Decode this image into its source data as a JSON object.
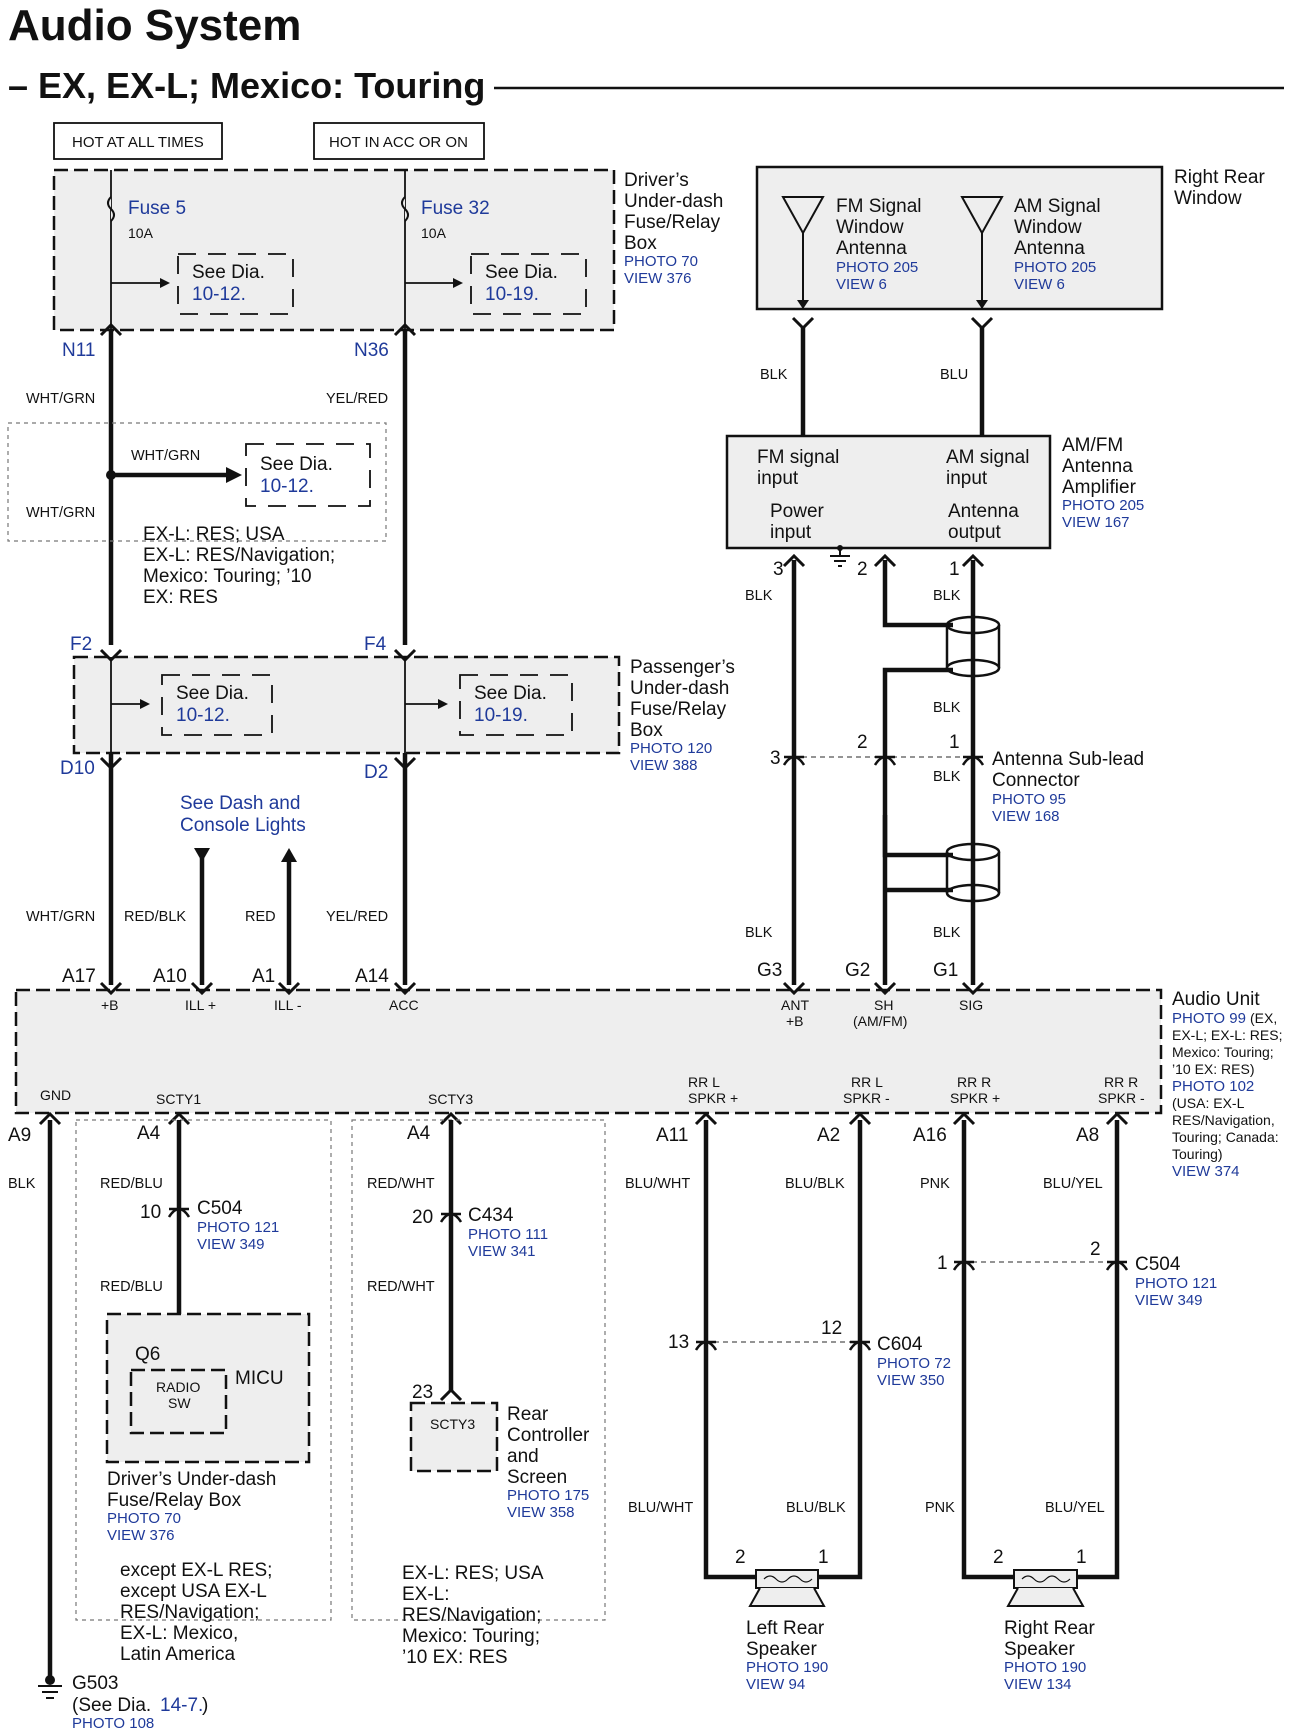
{
  "header": {
    "title": "Audio System",
    "subtitle": "– EX, EX-L; Mexico: Touring"
  },
  "power": {
    "hot_all_times": "HOT AT ALL TIMES",
    "hot_acc_on": "HOT IN ACC OR ON"
  },
  "driver_box": {
    "fuse5": "Fuse 5",
    "fuse5_amp": "10A",
    "fuse32": "Fuse 32",
    "fuse32_amp": "10A",
    "see1a": "See Dia.",
    "see1b": "10-12.",
    "see2a": "See Dia.",
    "see2b": "10-19.",
    "label": [
      "Driver’s",
      "Under-dash",
      "Fuse/Relay",
      "Box"
    ],
    "photo": "PHOTO 70",
    "view": "VIEW 376",
    "n11": "N11",
    "n36": "N36"
  },
  "wires": {
    "wht_grn": "WHT/GRN",
    "yel_red": "YEL/RED",
    "red_blk": "RED/BLK",
    "red": "RED",
    "blk": "BLK",
    "blu": "BLU",
    "red_blu": "RED/BLU",
    "red_wht": "RED/WHT",
    "blu_wht": "BLU/WHT",
    "blu_blk": "BLU/BLK",
    "pnk": "PNK",
    "blu_yel": "BLU/YEL"
  },
  "splice": {
    "see_a": "See Dia.",
    "see_b": "10-12.",
    "cond": [
      "EX-L: RES; USA",
      "EX-L: RES/Navigation;",
      "Mexico: Touring; ’10",
      "EX: RES"
    ]
  },
  "pass_box": {
    "f2": "F2",
    "f4": "F4",
    "d10": "D10",
    "d2": "D2",
    "see1a": "See Dia.",
    "see1b": "10-12.",
    "see2a": "See Dia.",
    "see2b": "10-19.",
    "label": [
      "Passenger’s",
      "Under-dash",
      "Fuse/Relay",
      "Box"
    ],
    "photo": "PHOTO 120",
    "view": "VIEW 388"
  },
  "dash_lights": [
    "See Dash and",
    "Console Lights"
  ],
  "antenna": {
    "fm": [
      "FM Signal",
      "Window",
      "Antenna"
    ],
    "fm_photo": "PHOTO 205",
    "fm_view": "VIEW 6",
    "am": [
      "AM Signal",
      "Window",
      "Antenna"
    ],
    "am_photo": "PHOTO 205",
    "am_view": "VIEW 6",
    "window": [
      "Right Rear",
      "Window"
    ]
  },
  "amplifier": {
    "fm_in": [
      "FM signal",
      "input"
    ],
    "am_in": [
      "AM signal",
      "input"
    ],
    "pwr_in": [
      "Power",
      "input"
    ],
    "ant_out": [
      "Antenna",
      "output"
    ],
    "label": [
      "AM/FM",
      "Antenna",
      "Amplifier"
    ],
    "photo": "PHOTO 205",
    "view": "VIEW 167",
    "p3": "3",
    "p2": "2",
    "p1": "1"
  },
  "subconnector": {
    "label": [
      "Antenna Sub-lead",
      "Connector"
    ],
    "photo": "PHOTO 95",
    "view": "VIEW 168",
    "p3": "3",
    "p2": "2",
    "p1": "1"
  },
  "audio_unit": {
    "a17": "A17",
    "a10": "A10",
    "a1": "A1",
    "a14": "A14",
    "g3": "G3",
    "g2": "G2",
    "g1": "G1",
    "plus_b": "+B",
    "ill_plus": "ILL +",
    "ill_minus": "ILL -",
    "acc": "ACC",
    "ant": "ANT",
    "ant_b": "+B",
    "sh": "SH",
    "sh2": "(AM/FM)",
    "sig": "SIG",
    "gnd": "GND",
    "scty1": "SCTY1",
    "scty3": "SCTY3",
    "rrl_p": [
      "RR L",
      "SPKR +"
    ],
    "rrl_m": [
      "RR L",
      "SPKR -"
    ],
    "rrr_p": [
      "RR R",
      "SPKR +"
    ],
    "rrr_m": [
      "RR R",
      "SPKR -"
    ],
    "a9": "A9",
    "a4": "A4",
    "a4b": "A4",
    "a11": "A11",
    "a2": "A2",
    "a16": "A16",
    "a8": "A8",
    "label": "Audio Unit",
    "photo1": "PHOTO 99",
    "photo1_note": "(EX,",
    "note1": [
      "EX-L; EX-L: RES;",
      "Mexico: Touring;",
      "’10 EX: RES)"
    ],
    "photo2": "PHOTO 102",
    "note2": [
      "(USA: EX-L",
      "RES/Navigation,",
      "Touring; Canada:",
      "Touring)"
    ],
    "view": "VIEW 374"
  },
  "c504": {
    "name": "C504",
    "pin": "10",
    "photo": "PHOTO 121",
    "view": "VIEW 349"
  },
  "micu": {
    "q6": "Q6",
    "radio": "RADIO",
    "sw": "SW",
    "name": "MICU",
    "label": [
      "Driver’s Under-dash",
      "Fuse/Relay Box"
    ],
    "photo": "PHOTO 70",
    "view": "VIEW 376",
    "cond": [
      "except EX-L RES;",
      "except USA EX-L",
      "RES/Navigation;",
      "EX-L: Mexico,",
      "Latin America"
    ]
  },
  "c434": {
    "name": "C434",
    "pin": "20",
    "photo": "PHOTO 111",
    "view": "VIEW 341"
  },
  "rear_ctrl": {
    "pin": "23",
    "scty3": "SCTY3",
    "label": [
      "Rear",
      "Controller",
      "and",
      "Screen"
    ],
    "photo": "PHOTO 175",
    "view": "VIEW 358",
    "cond": [
      "EX-L: RES; USA",
      "EX-L:",
      "RES/Navigation;",
      "Mexico: Touring;",
      "’10 EX: RES"
    ]
  },
  "c604": {
    "name": "C604",
    "p13": "13",
    "p12": "12",
    "photo": "PHOTO 72",
    "view": "VIEW 350"
  },
  "c504b": {
    "name": "C504",
    "p1": "1",
    "p2": "2",
    "photo": "PHOTO 121",
    "view": "VIEW 349"
  },
  "left_spk": {
    "label": [
      "Left Rear",
      "Speaker"
    ],
    "photo": "PHOTO 190",
    "view": "VIEW 94",
    "p2": "2",
    "p1": "1"
  },
  "right_spk": {
    "label": [
      "Right Rear",
      "Speaker"
    ],
    "photo": "PHOTO 190",
    "view": "VIEW 134",
    "p2": "2",
    "p1": "1"
  },
  "ground": {
    "name": "G503",
    "see": "(See Dia.",
    "see_num": "14-7.",
    "see_close": ")",
    "photo": "PHOTO 108"
  }
}
